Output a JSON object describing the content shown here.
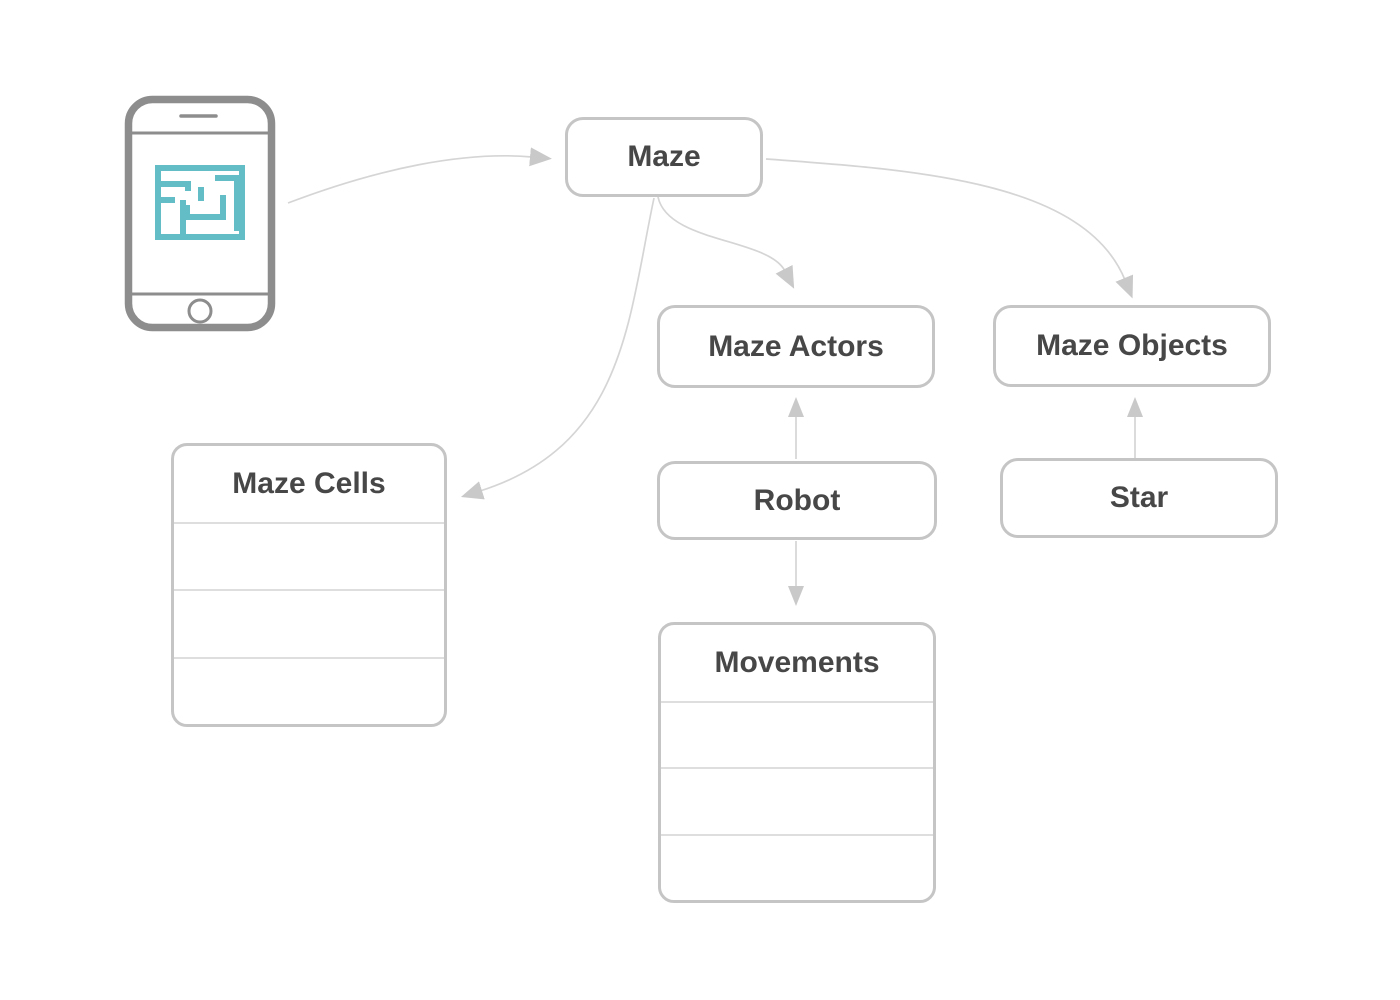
{
  "diagram": {
    "title": "maze-app-structure-diagram",
    "background": "#ffffff",
    "colors": {
      "box_border": "#c5c5c5",
      "box_text": "#474747",
      "arrow_line": "#d5d5d5",
      "arrow_head": "#c9c9c9",
      "table_divider": "#dedede",
      "phone_outline": "#8d8d8d",
      "maze_accent": "#62bdc6"
    },
    "nodes": {
      "maze": {
        "label": "Maze"
      },
      "maze_actors": {
        "label": "Maze Actors"
      },
      "maze_objects": {
        "label": "Maze Objects"
      },
      "robot": {
        "label": "Robot"
      },
      "star": {
        "label": "Star"
      }
    },
    "tables": {
      "maze_cells": {
        "title": "Maze Cells",
        "rows": [
          "",
          "",
          ""
        ]
      },
      "movements": {
        "title": "Movements",
        "rows": [
          "",
          "",
          ""
        ]
      }
    },
    "icons": {
      "phone": "phone-icon",
      "maze_screen": "maze-icon",
      "home_button": "home-button-icon",
      "speaker": "speaker-icon"
    },
    "edges": [
      {
        "from": "phone",
        "to": "maze"
      },
      {
        "from": "maze",
        "to": "maze_actors"
      },
      {
        "from": "maze",
        "to": "maze_objects"
      },
      {
        "from": "maze",
        "to": "maze_cells"
      },
      {
        "from": "robot",
        "to": "maze_actors"
      },
      {
        "from": "robot",
        "to": "movements"
      },
      {
        "from": "star",
        "to": "maze_objects"
      }
    ]
  }
}
